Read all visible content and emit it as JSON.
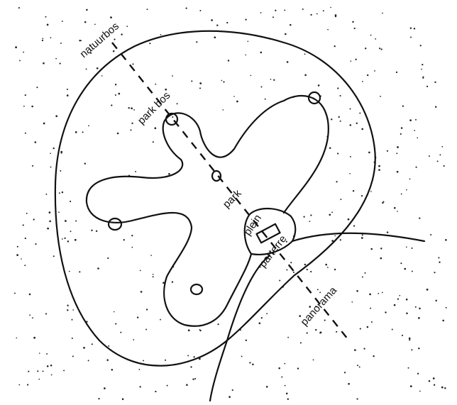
{
  "labels": {
    "natuurbos": "natuurbos",
    "parkbos": "park bos",
    "park": "park",
    "plein": "plein",
    "parterre": "parterre",
    "panorama": "panorama"
  },
  "colors": {
    "ink": "#111111",
    "paper": "#ffffff"
  }
}
